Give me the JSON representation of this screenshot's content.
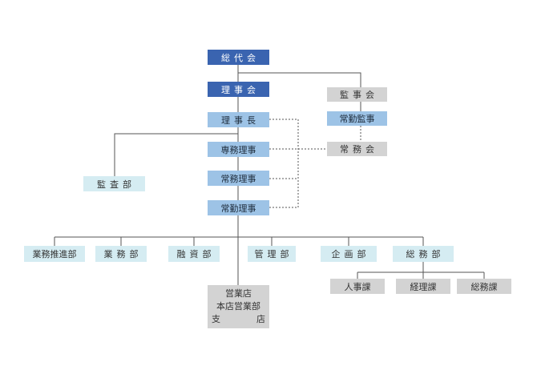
{
  "org": {
    "general_assembly": "総代会",
    "board": "理事会",
    "chairman": "理事長",
    "senior_managing_director": "専務理事",
    "managing_director": "常務理事",
    "fulltime_director": "常勤理事",
    "audit_dept": "監査部",
    "auditors": "監事会",
    "fulltime_auditor": "常勤監事",
    "executive_committee": "常務会",
    "departments": [
      "業務推進部",
      "業務部",
      "融資部",
      "管理部",
      "企画部",
      "総務部"
    ],
    "branches": {
      "line1": "営業店",
      "line2": "本店営業部",
      "line3_left": "支",
      "line3_right": "店"
    },
    "sections": [
      "人事課",
      "経理課",
      "総務課"
    ]
  },
  "colors": {
    "top_box": "#3a64b0",
    "executive_box": "#9dc3e6",
    "department_box": "#d5ecf2",
    "auditor_box": "#d3d3d3",
    "line": "#555555"
  }
}
